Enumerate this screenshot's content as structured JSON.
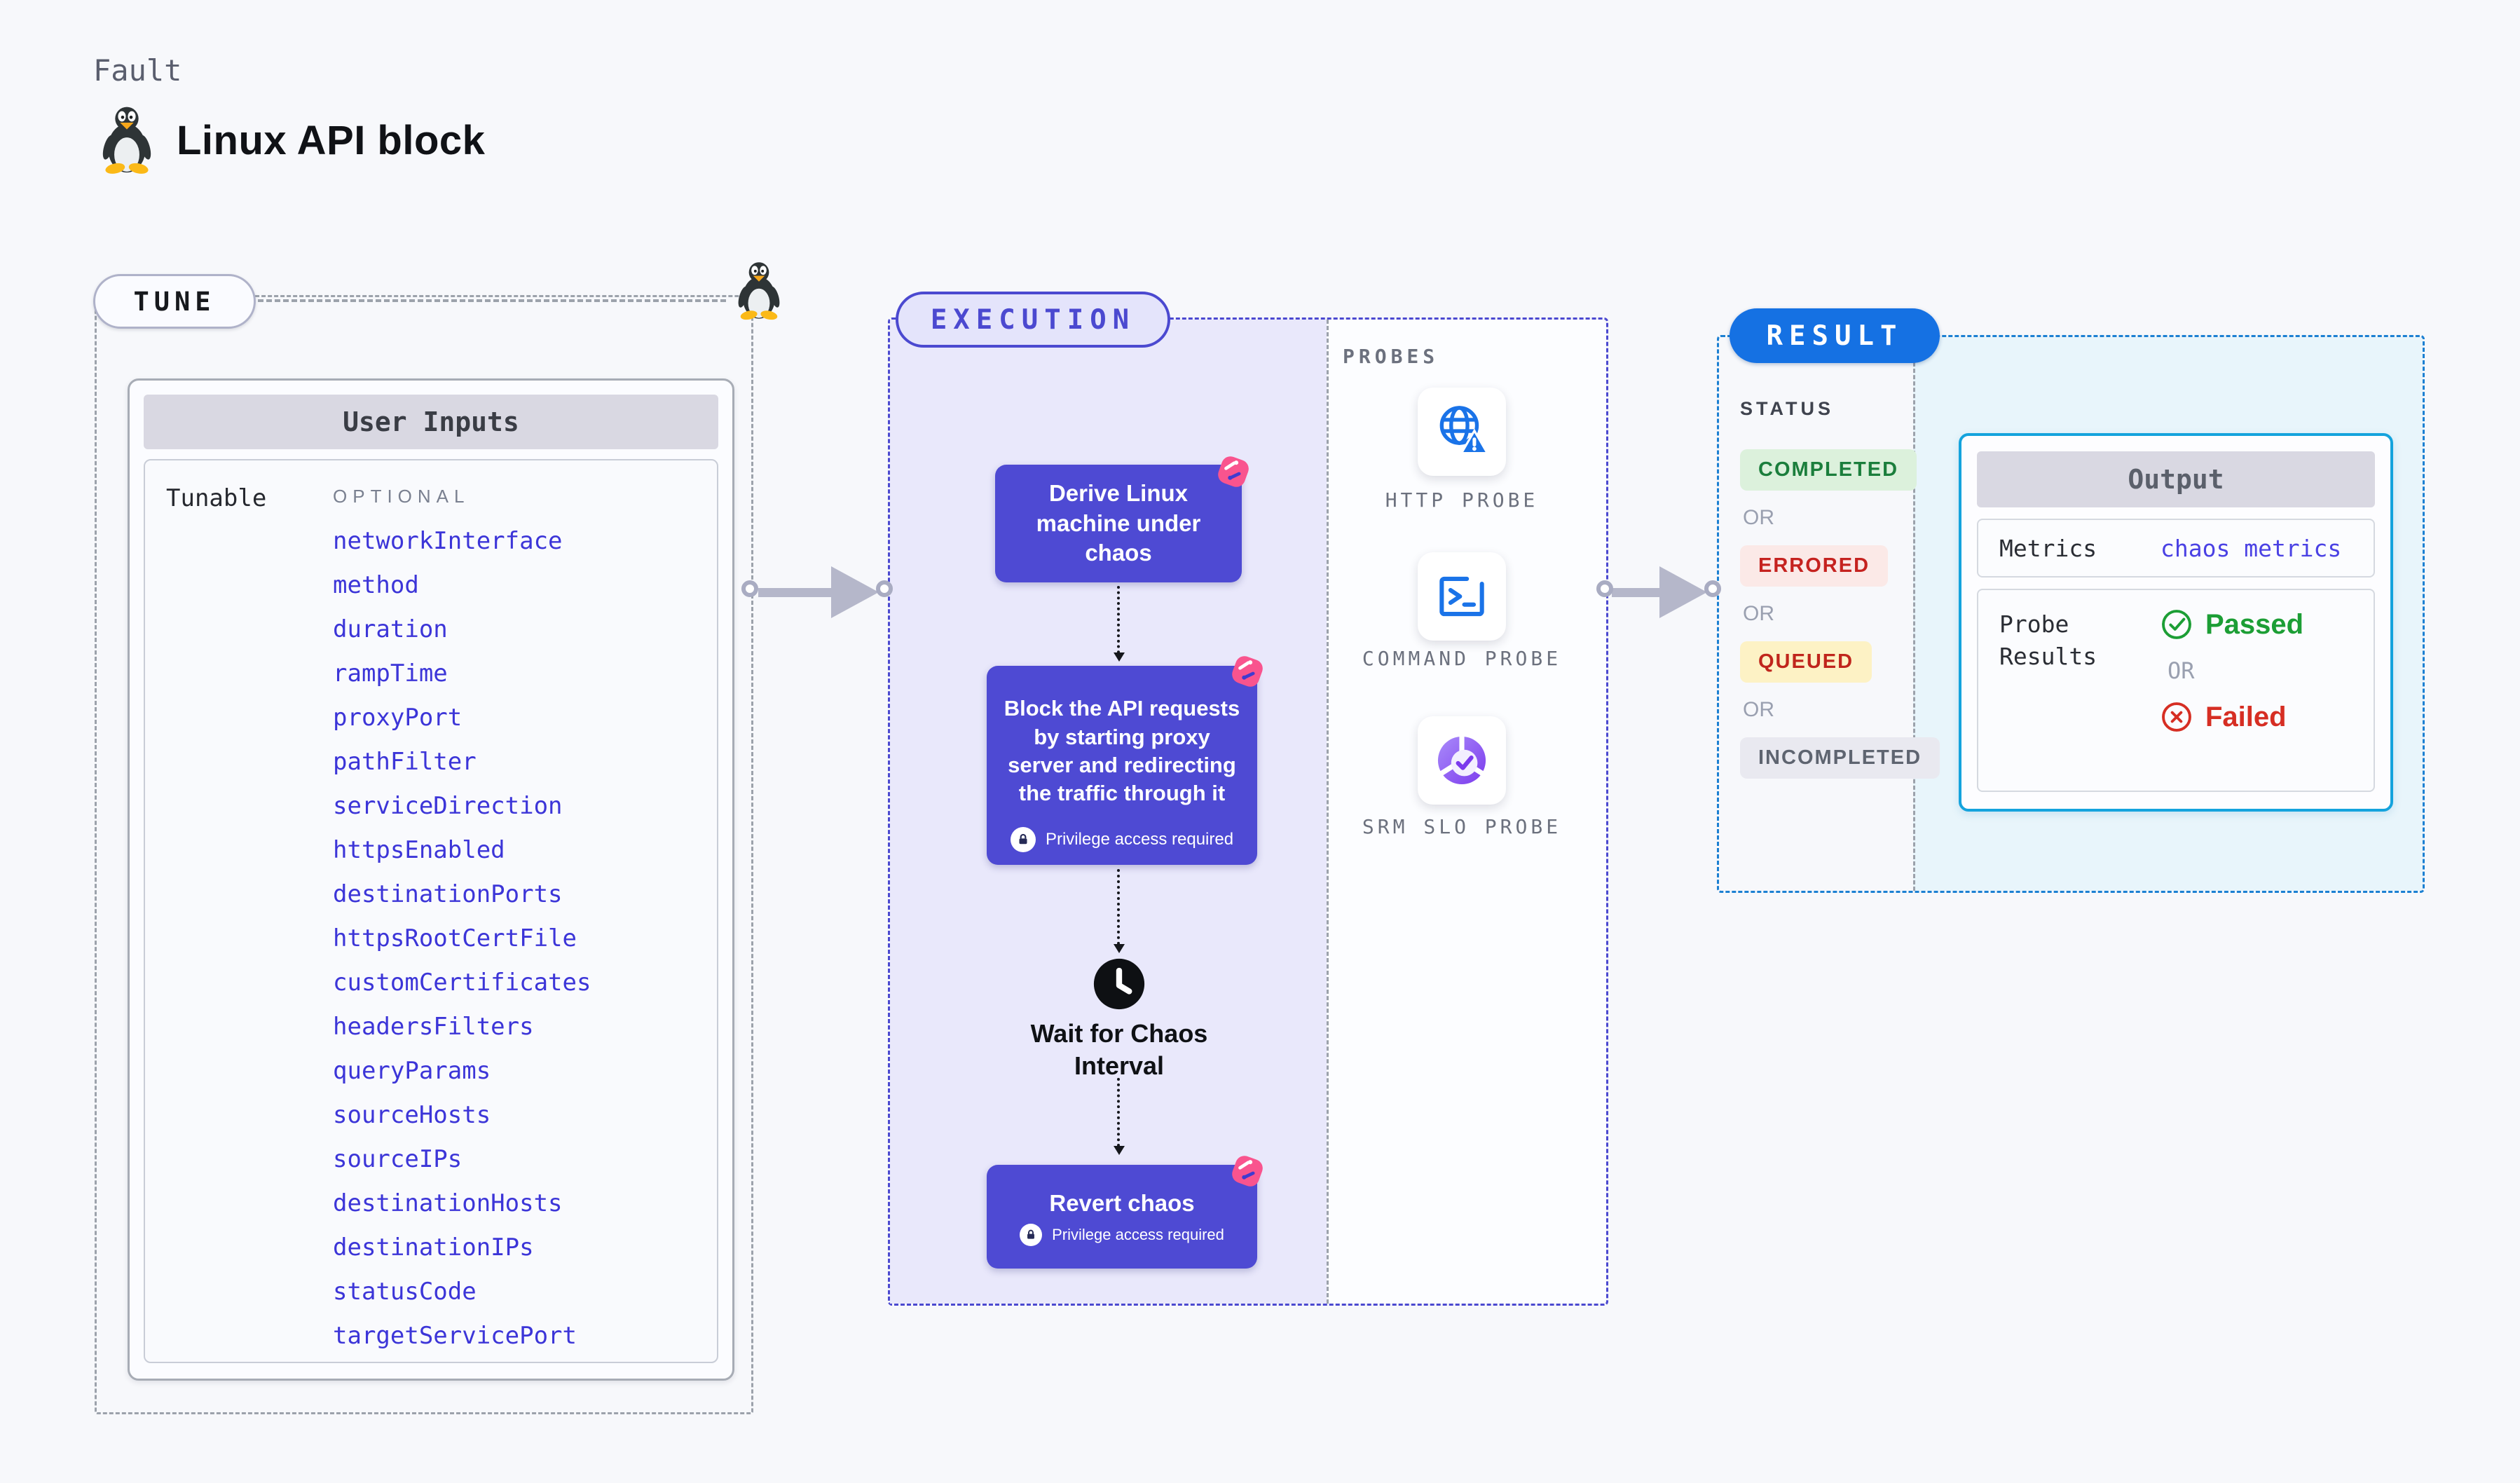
{
  "header": {
    "eyebrow": "Fault",
    "title": "Linux API block",
    "title_icon": "tux-penguin-icon"
  },
  "tune": {
    "badge": "TUNE",
    "corner_icon": "tux-penguin-icon",
    "panel": {
      "title": "User Inputs",
      "row_label": "Tunable",
      "column_label": "OPTIONAL",
      "params": [
        "networkInterface",
        "method",
        "duration",
        "rampTime",
        "proxyPort",
        "pathFilter",
        "serviceDirection",
        "httpsEnabled",
        "destinationPorts",
        "httpsRootCertFile",
        "customCertificates",
        "headersFilters",
        "queryParams",
        "sourceHosts",
        "sourceIPs",
        "destinationHosts",
        "destinationIPs",
        "statusCode",
        "targetServicePort"
      ]
    }
  },
  "execution": {
    "badge": "EXECUTION",
    "privilege_note": "Privilege access required",
    "steps": [
      {
        "text": "Derive Linux machine under chaos",
        "icon": "chaos-badge-icon"
      },
      {
        "text": "Block the API requests by starting proxy server and redirecting the traffic through it",
        "privilege": true,
        "icon": "chaos-badge-icon"
      },
      {
        "text": "Wait for Chaos Interval",
        "icon": "clock-icon"
      },
      {
        "text": "Revert chaos",
        "privilege": true,
        "icon": "chaos-badge-icon"
      }
    ],
    "probes": {
      "label": "PROBES",
      "items": [
        {
          "name": "HTTP PROBE",
          "icon": "globe-alert-icon"
        },
        {
          "name": "COMMAND PROBE",
          "icon": "terminal-icon"
        },
        {
          "name": "SRM SLO PROBE",
          "icon": "slo-donut-icon"
        }
      ]
    }
  },
  "result": {
    "badge": "RESULT",
    "status": {
      "label": "STATUS",
      "or": "OR",
      "items": [
        {
          "text": "COMPLETED",
          "bg": "#DCF1DC",
          "color": "#1B7E3C"
        },
        {
          "text": "ERRORED",
          "bg": "#FBE9E7",
          "color": "#C5221F"
        },
        {
          "text": "QUEUED",
          "bg": "#FDF2C5",
          "color": "#C0251C"
        },
        {
          "text": "INCOMPLETED",
          "bg": "#E9E9F0",
          "color": "#5E6470"
        }
      ]
    },
    "output": {
      "title": "Output",
      "metrics_label": "Metrics",
      "metrics_value": "chaos metrics",
      "probe_results_label": "Probe Results",
      "passed": "Passed",
      "or": "OR",
      "failed": "Failed"
    }
  },
  "colors": {
    "accent_indigo": "#4B49D0",
    "node_indigo": "#4E4AD3",
    "result_blue": "#1571E3",
    "output_border": "#14A3DD",
    "chaos_pink": "#F9548E",
    "probe_blue": "#1A73E8",
    "passed_green": "#1C9E35",
    "failed_red": "#D62E23"
  }
}
